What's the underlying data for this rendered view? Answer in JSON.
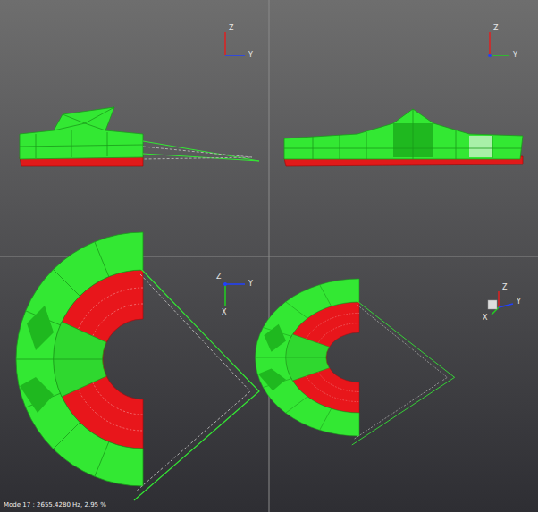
{
  "diagram": {
    "labels": [
      "Z",
      "Y",
      "Z",
      "Y",
      "Z",
      "Y",
      "X",
      "Z",
      "Y",
      "X",
      "Mode 17 : 2655.4280 Hz, 2.95 %"
    ]
  }
}
